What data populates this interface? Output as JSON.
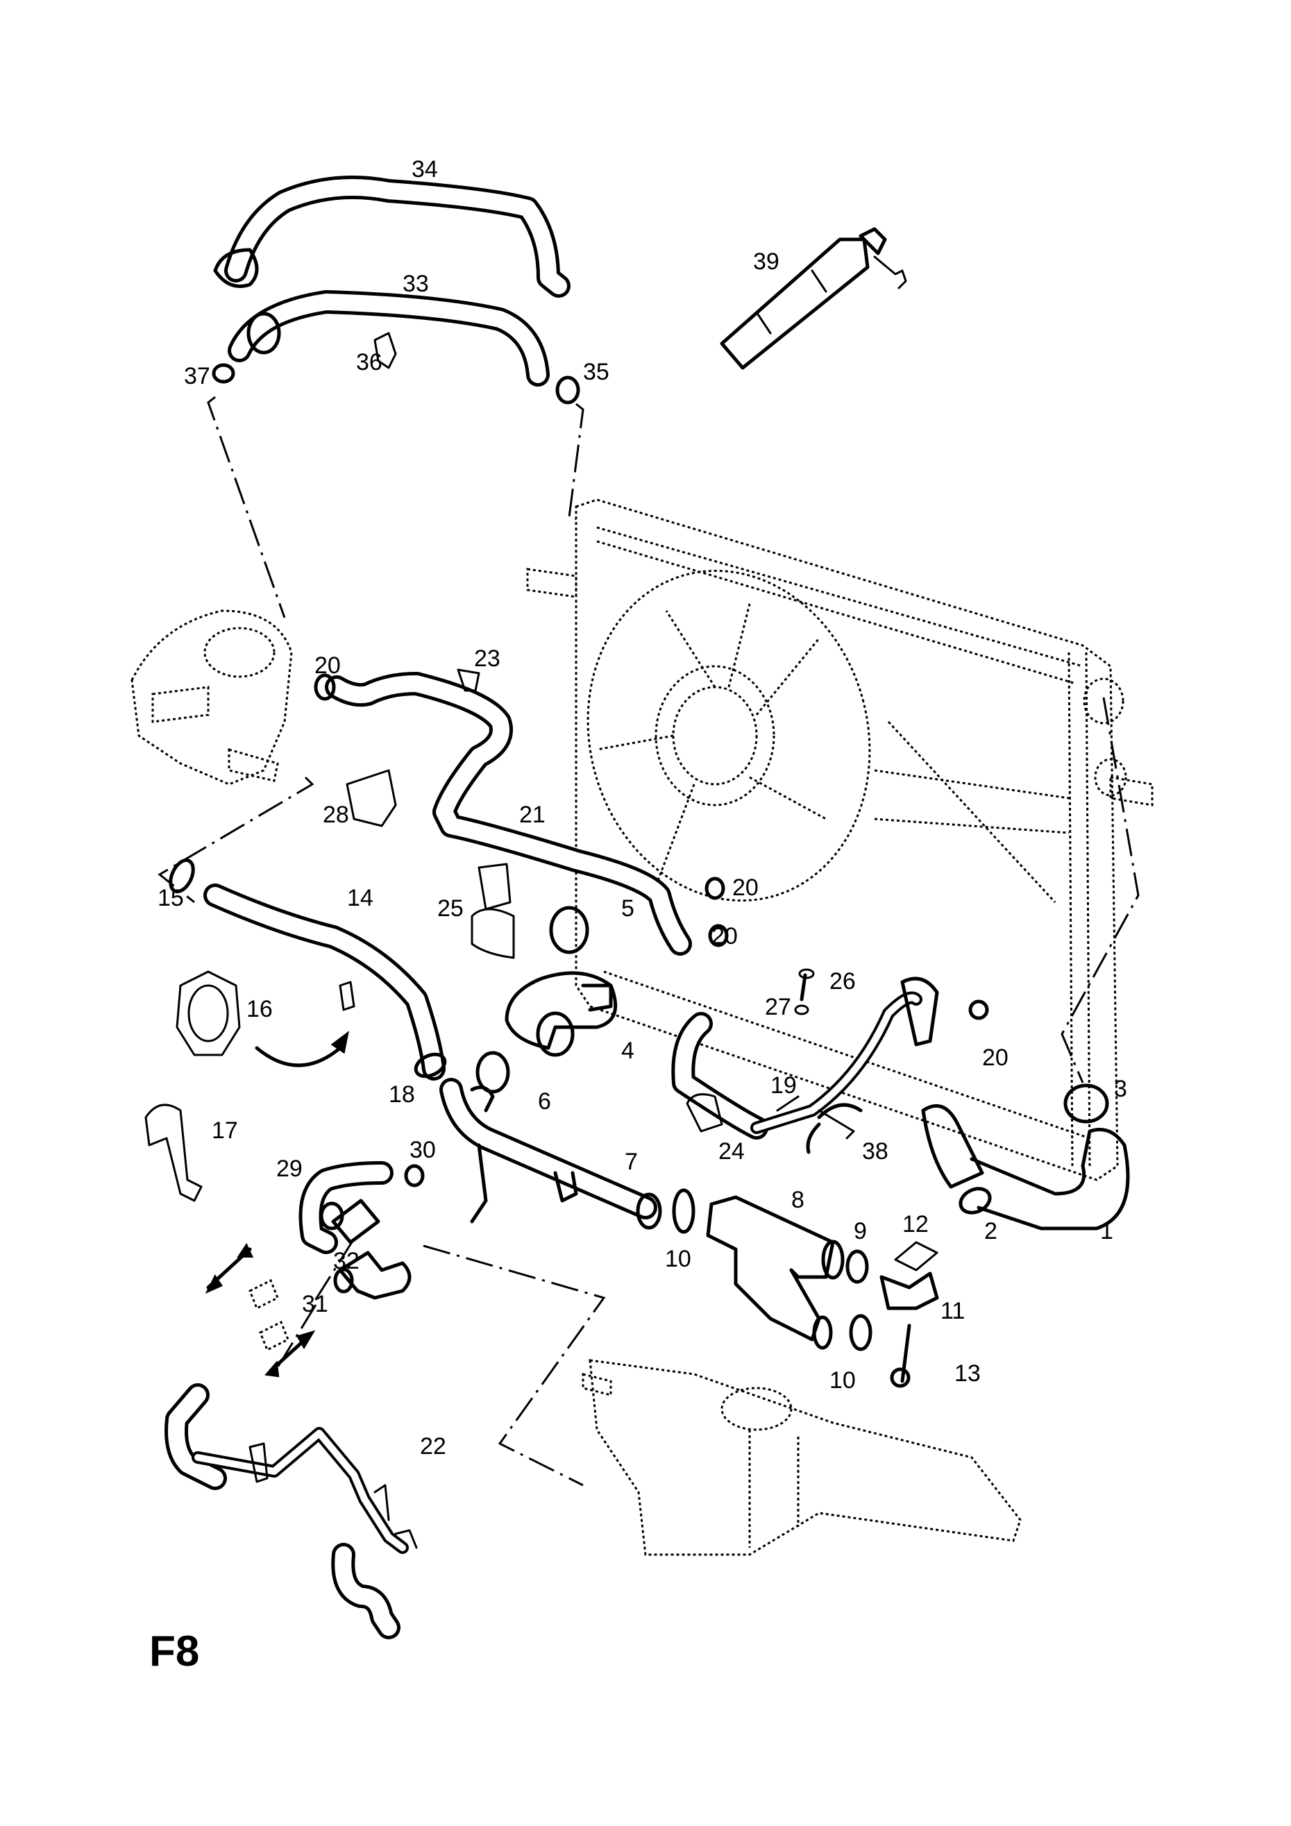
{
  "page": {
    "code": "F8",
    "subject": "Cooling system hoses and pipes exploded parts diagram"
  },
  "parts": [
    {
      "ref": "1",
      "label": "1",
      "kind": "radiator-lower-hose"
    },
    {
      "ref": "2",
      "label": "2",
      "kind": "hose-clamp"
    },
    {
      "ref": "3",
      "label": "3",
      "kind": "hose-clamp"
    },
    {
      "ref": "4",
      "label": "4",
      "kind": "hose"
    },
    {
      "ref": "5",
      "label": "5",
      "kind": "hose-clamp"
    },
    {
      "ref": "6",
      "label": "6",
      "kind": "hose-clamp"
    },
    {
      "ref": "7",
      "label": "7",
      "kind": "coolant-pipe"
    },
    {
      "ref": "8",
      "label": "8",
      "kind": "thermostat-housing"
    },
    {
      "ref": "9",
      "label": "9",
      "kind": "hose-clamp"
    },
    {
      "ref": "10a",
      "label": "10",
      "kind": "hose-clamp"
    },
    {
      "ref": "10b",
      "label": "10",
      "kind": "hose-clamp"
    },
    {
      "ref": "11",
      "label": "11",
      "kind": "flange"
    },
    {
      "ref": "12",
      "label": "12",
      "kind": "gasket"
    },
    {
      "ref": "13",
      "label": "13",
      "kind": "bolt"
    },
    {
      "ref": "14",
      "label": "14",
      "kind": "hose"
    },
    {
      "ref": "15",
      "label": "15",
      "kind": "hose-clamp"
    },
    {
      "ref": "16",
      "label": "16",
      "kind": "bracket"
    },
    {
      "ref": "17",
      "label": "17",
      "kind": "holder"
    },
    {
      "ref": "18",
      "label": "18",
      "kind": "hose-clamp"
    },
    {
      "ref": "19",
      "label": "19",
      "kind": "pipe"
    },
    {
      "ref": "20a",
      "label": "20",
      "kind": "hose-clamp"
    },
    {
      "ref": "20b",
      "label": "20",
      "kind": "hose-clamp"
    },
    {
      "ref": "20c",
      "label": "20",
      "kind": "hose-clamp"
    },
    {
      "ref": "20d",
      "label": "20",
      "kind": "hose-clamp"
    },
    {
      "ref": "21",
      "label": "21",
      "kind": "vent-hose"
    },
    {
      "ref": "22",
      "label": "22",
      "kind": "pipe"
    },
    {
      "ref": "23",
      "label": "23",
      "kind": "clip"
    },
    {
      "ref": "24",
      "label": "24",
      "kind": "clip"
    },
    {
      "ref": "25",
      "label": "25",
      "kind": "clip"
    },
    {
      "ref": "26",
      "label": "26",
      "kind": "bolt"
    },
    {
      "ref": "27",
      "label": "27",
      "kind": "washer"
    },
    {
      "ref": "28",
      "label": "28",
      "kind": "clip"
    },
    {
      "ref": "29",
      "label": "29",
      "kind": "hose"
    },
    {
      "ref": "30",
      "label": "30",
      "kind": "hose-clamp"
    },
    {
      "ref": "31",
      "label": "31",
      "kind": "hose"
    },
    {
      "ref": "32",
      "label": "32",
      "kind": "hose-clamp"
    },
    {
      "ref": "33",
      "label": "33",
      "kind": "hose"
    },
    {
      "ref": "34",
      "label": "34",
      "kind": "hose"
    },
    {
      "ref": "35",
      "label": "35",
      "kind": "hose-clamp"
    },
    {
      "ref": "36",
      "label": "36",
      "kind": "clip"
    },
    {
      "ref": "37",
      "label": "37",
      "kind": "hose-clamp"
    },
    {
      "ref": "38",
      "label": "38",
      "kind": "clip"
    },
    {
      "ref": "39",
      "label": "39",
      "kind": "sensor"
    }
  ],
  "reference_parts": [
    {
      "name": "radiator-fan-assembly",
      "style": "dotted"
    },
    {
      "name": "expansion-tank",
      "style": "dotted"
    },
    {
      "name": "engine-housing",
      "style": "dotted"
    }
  ]
}
